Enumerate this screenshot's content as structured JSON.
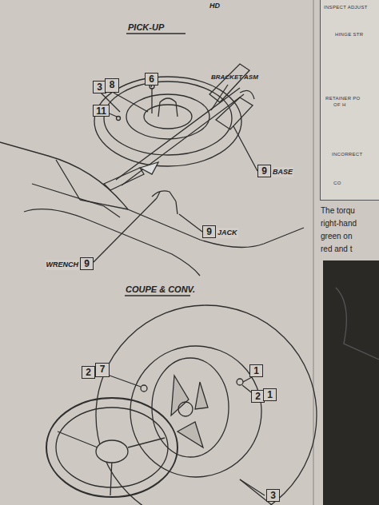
{
  "diagram": {
    "nodes": [
      {
        "text": [
          "3"
        ]
      },
      {
        "text": [
          "8"
        ]
      },
      {
        "text": [
          "6"
        ]
      },
      {
        "text": [
          "11"
        ]
      },
      {
        "text": [
          "9",
          "BASE"
        ]
      },
      {
        "text": [
          "9",
          "JACK"
        ]
      },
      {
        "text": [
          "WRENCH",
          "9"
        ]
      },
      {
        "text": [
          "2"
        ]
      },
      {
        "text": [
          "7"
        ]
      },
      {
        "text": [
          "1"
        ]
      },
      {
        "text": [
          "2"
        ]
      },
      {
        "text": [
          "1"
        ]
      },
      {
        "text": [
          "3"
        ]
      },
      {
        "text": [
          "INSPECT ADJUST",
          "HINGE STR",
          "RETAINER PO",
          "OF H",
          "INCORRECT",
          "CO"
        ]
      }
    ],
    "labels": [
      "HD",
      "PICK-UP",
      "BRACKET ASM",
      "COUPE & CONV.",
      "The torqu",
      "right-hand",
      "green on",
      "red and t"
    ]
  }
}
